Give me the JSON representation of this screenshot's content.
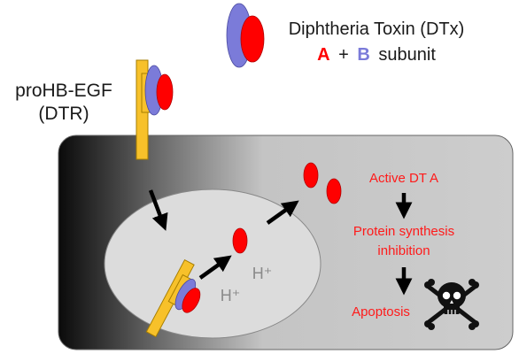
{
  "legend": {
    "line1": "Diphtheria Toxin (DTx)",
    "subunit_a": "A",
    "plus": "+",
    "subunit_b": "B",
    "subunit_word": "subunit"
  },
  "receptor": {
    "line1": "proHB-EGF",
    "line2": "(DTR)"
  },
  "endosome": {
    "proton1": "H⁺",
    "proton2": "H⁺"
  },
  "pathway": {
    "step1": "Active DT A",
    "step2_line1": "Protein synthesis",
    "step2_line2": "inhibition",
    "step3": "Apoptosis"
  },
  "colors": {
    "subunit_a": "#ff0000",
    "subunit_b": "#7b7bd9",
    "receptor": "#f7c12a",
    "pathway_text": "#ff1a1a",
    "text": "#1a1a1a",
    "proton": "#8a8a8a"
  },
  "icons": {
    "cell_death": "skull-crossbones-icon"
  }
}
